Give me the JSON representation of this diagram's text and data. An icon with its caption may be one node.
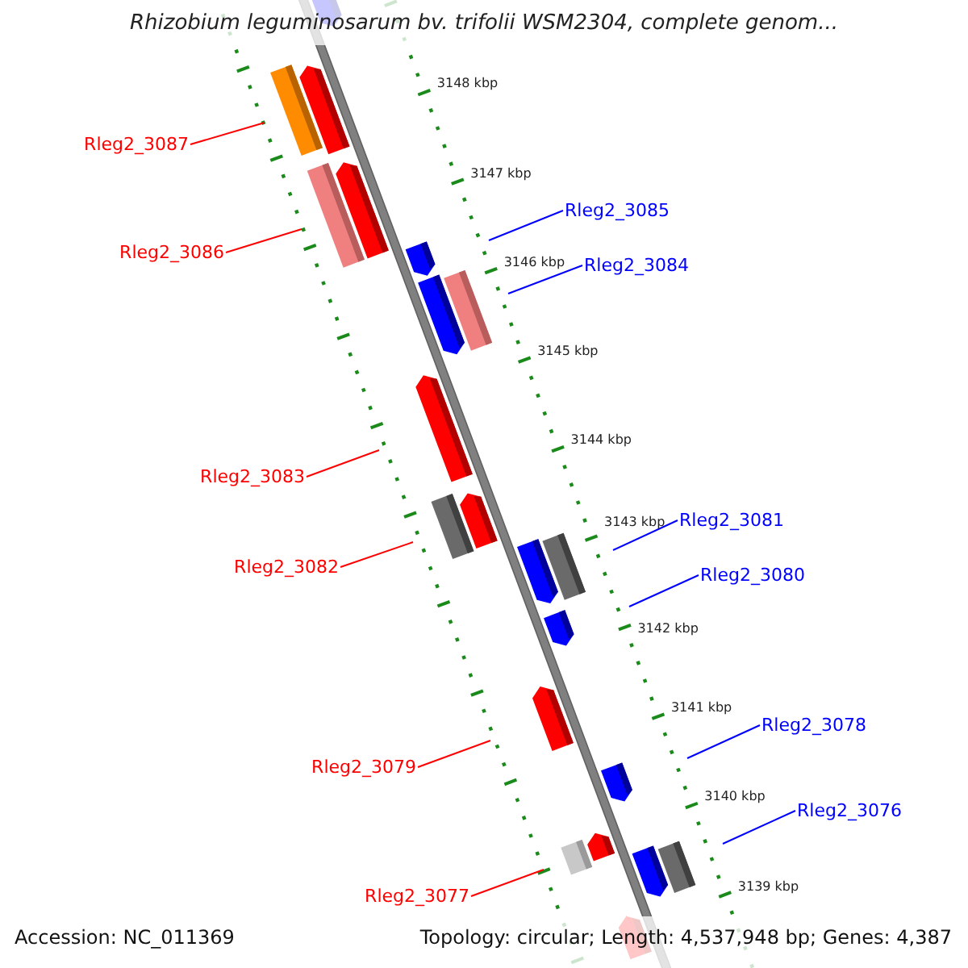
{
  "diagram": {
    "title": "Rhizobium leguminosarum bv. trifolii WSM2304, complete genom...",
    "nodes": [
      {
        "text": [
          "Rleg2_3087"
        ]
      },
      {
        "text": [
          "Rleg2_3085"
        ]
      },
      {
        "text": [
          "Rleg2_3086"
        ]
      },
      {
        "text": [
          "Rleg2_3084"
        ]
      },
      {
        "text": [
          "Rleg2_3083"
        ]
      },
      {
        "text": [
          "Rleg2_3081"
        ]
      },
      {
        "text": [
          "Rleg2_3082"
        ]
      },
      {
        "text": [
          "Rleg2_3080"
        ]
      },
      {
        "text": [
          "Rleg2_3078"
        ]
      },
      {
        "text": [
          "Rleg2_3079"
        ]
      },
      {
        "text": [
          "Rleg2_3076"
        ]
      },
      {
        "text": [
          "Rleg2_3077"
        ]
      }
    ],
    "edges": [
      {
        "from": 0,
        "to": null,
        "arrow": "none",
        "color": "#ff0000"
      },
      {
        "from": 1,
        "to": null,
        "arrow": "none",
        "color": "#0000ff"
      },
      {
        "from": 2,
        "to": null,
        "arrow": "none",
        "color": "#ff0000"
      },
      {
        "from": 3,
        "to": null,
        "arrow": "none",
        "color": "#0000ff"
      },
      {
        "from": 4,
        "to": null,
        "arrow": "none",
        "color": "#ff0000"
      },
      {
        "from": 5,
        "to": null,
        "arrow": "none",
        "color": "#0000ff"
      },
      {
        "from": 6,
        "to": null,
        "arrow": "none",
        "color": "#ff0000"
      },
      {
        "from": 7,
        "to": null,
        "arrow": "none",
        "color": "#0000ff"
      },
      {
        "from": 8,
        "to": null,
        "arrow": "none",
        "color": "#0000ff"
      },
      {
        "from": 9,
        "to": null,
        "arrow": "none",
        "color": "#ff0000"
      },
      {
        "from": 10,
        "to": null,
        "arrow": "none",
        "color": "#0000ff"
      },
      {
        "from": 11,
        "to": null,
        "arrow": "none",
        "color": "#ff0000"
      }
    ],
    "labels": [
      "3148 kbp",
      "3147 kbp",
      "3146 kbp",
      "3145 kbp",
      "3144 kbp",
      "3143 kbp",
      "3142 kbp",
      "3141 kbp",
      "3140 kbp",
      "3139 kbp",
      "Accession: NC_011369",
      "Topology: circular; Length: 4,537,948 bp; Genes: 4,387"
    ]
  }
}
